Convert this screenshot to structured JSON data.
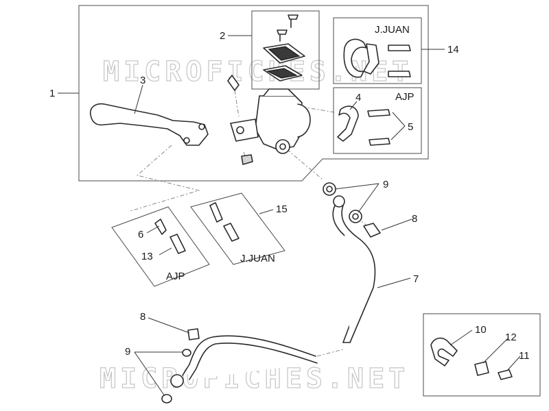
{
  "watermark": "MICROFICHES.NET",
  "variants": {
    "juan": "J.JUAN",
    "ajp": "AJP"
  },
  "callouts": {
    "c1": "1",
    "c2": "2",
    "c3": "3",
    "c4": "4",
    "c5": "5",
    "c6": "6",
    "c7": "7",
    "c8a": "8",
    "c8b": "8",
    "c9a": "9",
    "c9b": "9",
    "c10": "10",
    "c11": "11",
    "c12": "12",
    "c13": "13",
    "c14": "14",
    "c15": "15"
  }
}
